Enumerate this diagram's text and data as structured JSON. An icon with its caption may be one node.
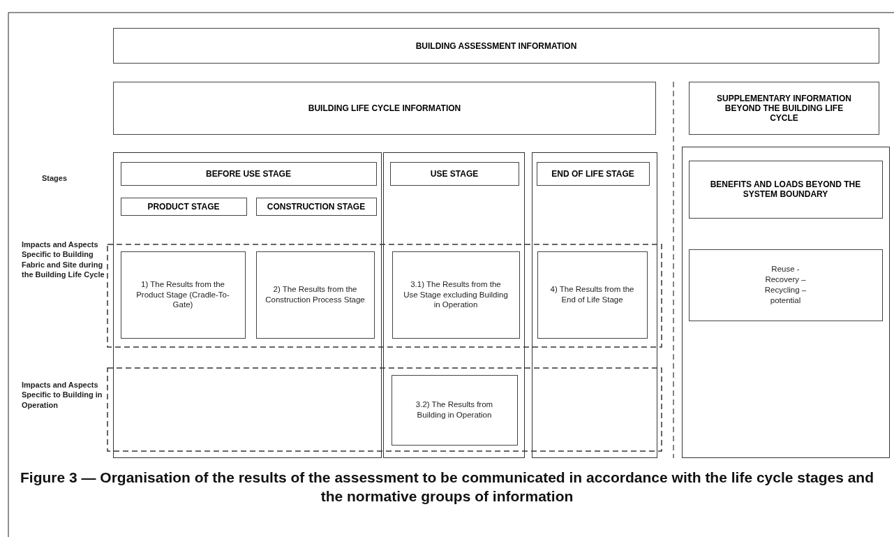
{
  "diagram": {
    "caption": "Figure 3 — Organisation of the results of the assessment to be communicated in accordance with the life cycle stages and the normative groups of information",
    "nodes": [
      {
        "text": [
          "BUILDING ASSESSMENT  INFORMATION"
        ]
      },
      {
        "text": [
          "BUILDING LIFE CYCLE INFORMATION"
        ]
      },
      {
        "text": [
          "SUPPLEMENTARY INFORMATION BEYOND THE BUILDING LIFE CYCLE"
        ]
      },
      {
        "text": [],
        "shape": "box"
      },
      {
        "text": [
          "BEFORE USE STAGE"
        ],
        "in": 3
      },
      {
        "text": [
          "PRODUCT STAGE"
        ],
        "in": 3
      },
      {
        "text": [
          "CONSTRUCTION STAGE"
        ],
        "in": 3
      },
      {
        "text": [
          "1) The Results from the Product Stage (Cradle-To-Gate)"
        ],
        "in": 3
      },
      {
        "text": [
          "2) The Results from the Construction Process Stage"
        ],
        "in": 3
      },
      {
        "text": [],
        "shape": "box"
      },
      {
        "text": [
          "USE STAGE"
        ],
        "in": 9
      },
      {
        "text": [
          "3.1) The Results from the Use Stage excluding Building in Operation"
        ],
        "in": 9
      },
      {
        "text": [
          "3.2) The Results from Building in Operation"
        ],
        "in": 9
      },
      {
        "text": [],
        "shape": "box"
      },
      {
        "text": [
          "END OF LIFE STAGE"
        ],
        "in": 13
      },
      {
        "text": [
          "4) The Results from the End of Life Stage"
        ],
        "in": 13
      },
      {
        "text": [],
        "shape": "box"
      },
      {
        "text": [
          "BENEFITS AND LOADS BEYOND THE SYSTEM BOUNDARY"
        ],
        "in": 16
      },
      {
        "text": [
          "Reuse - Recovery – Recycling – potential"
        ],
        "in": 16
      }
    ],
    "labels": [
      "Stages",
      "Impacts and Aspects Specific to Building Fabric and Site during the Building Life Cycle",
      "Impacts and Aspects Specific to Building in Operation"
    ]
  }
}
